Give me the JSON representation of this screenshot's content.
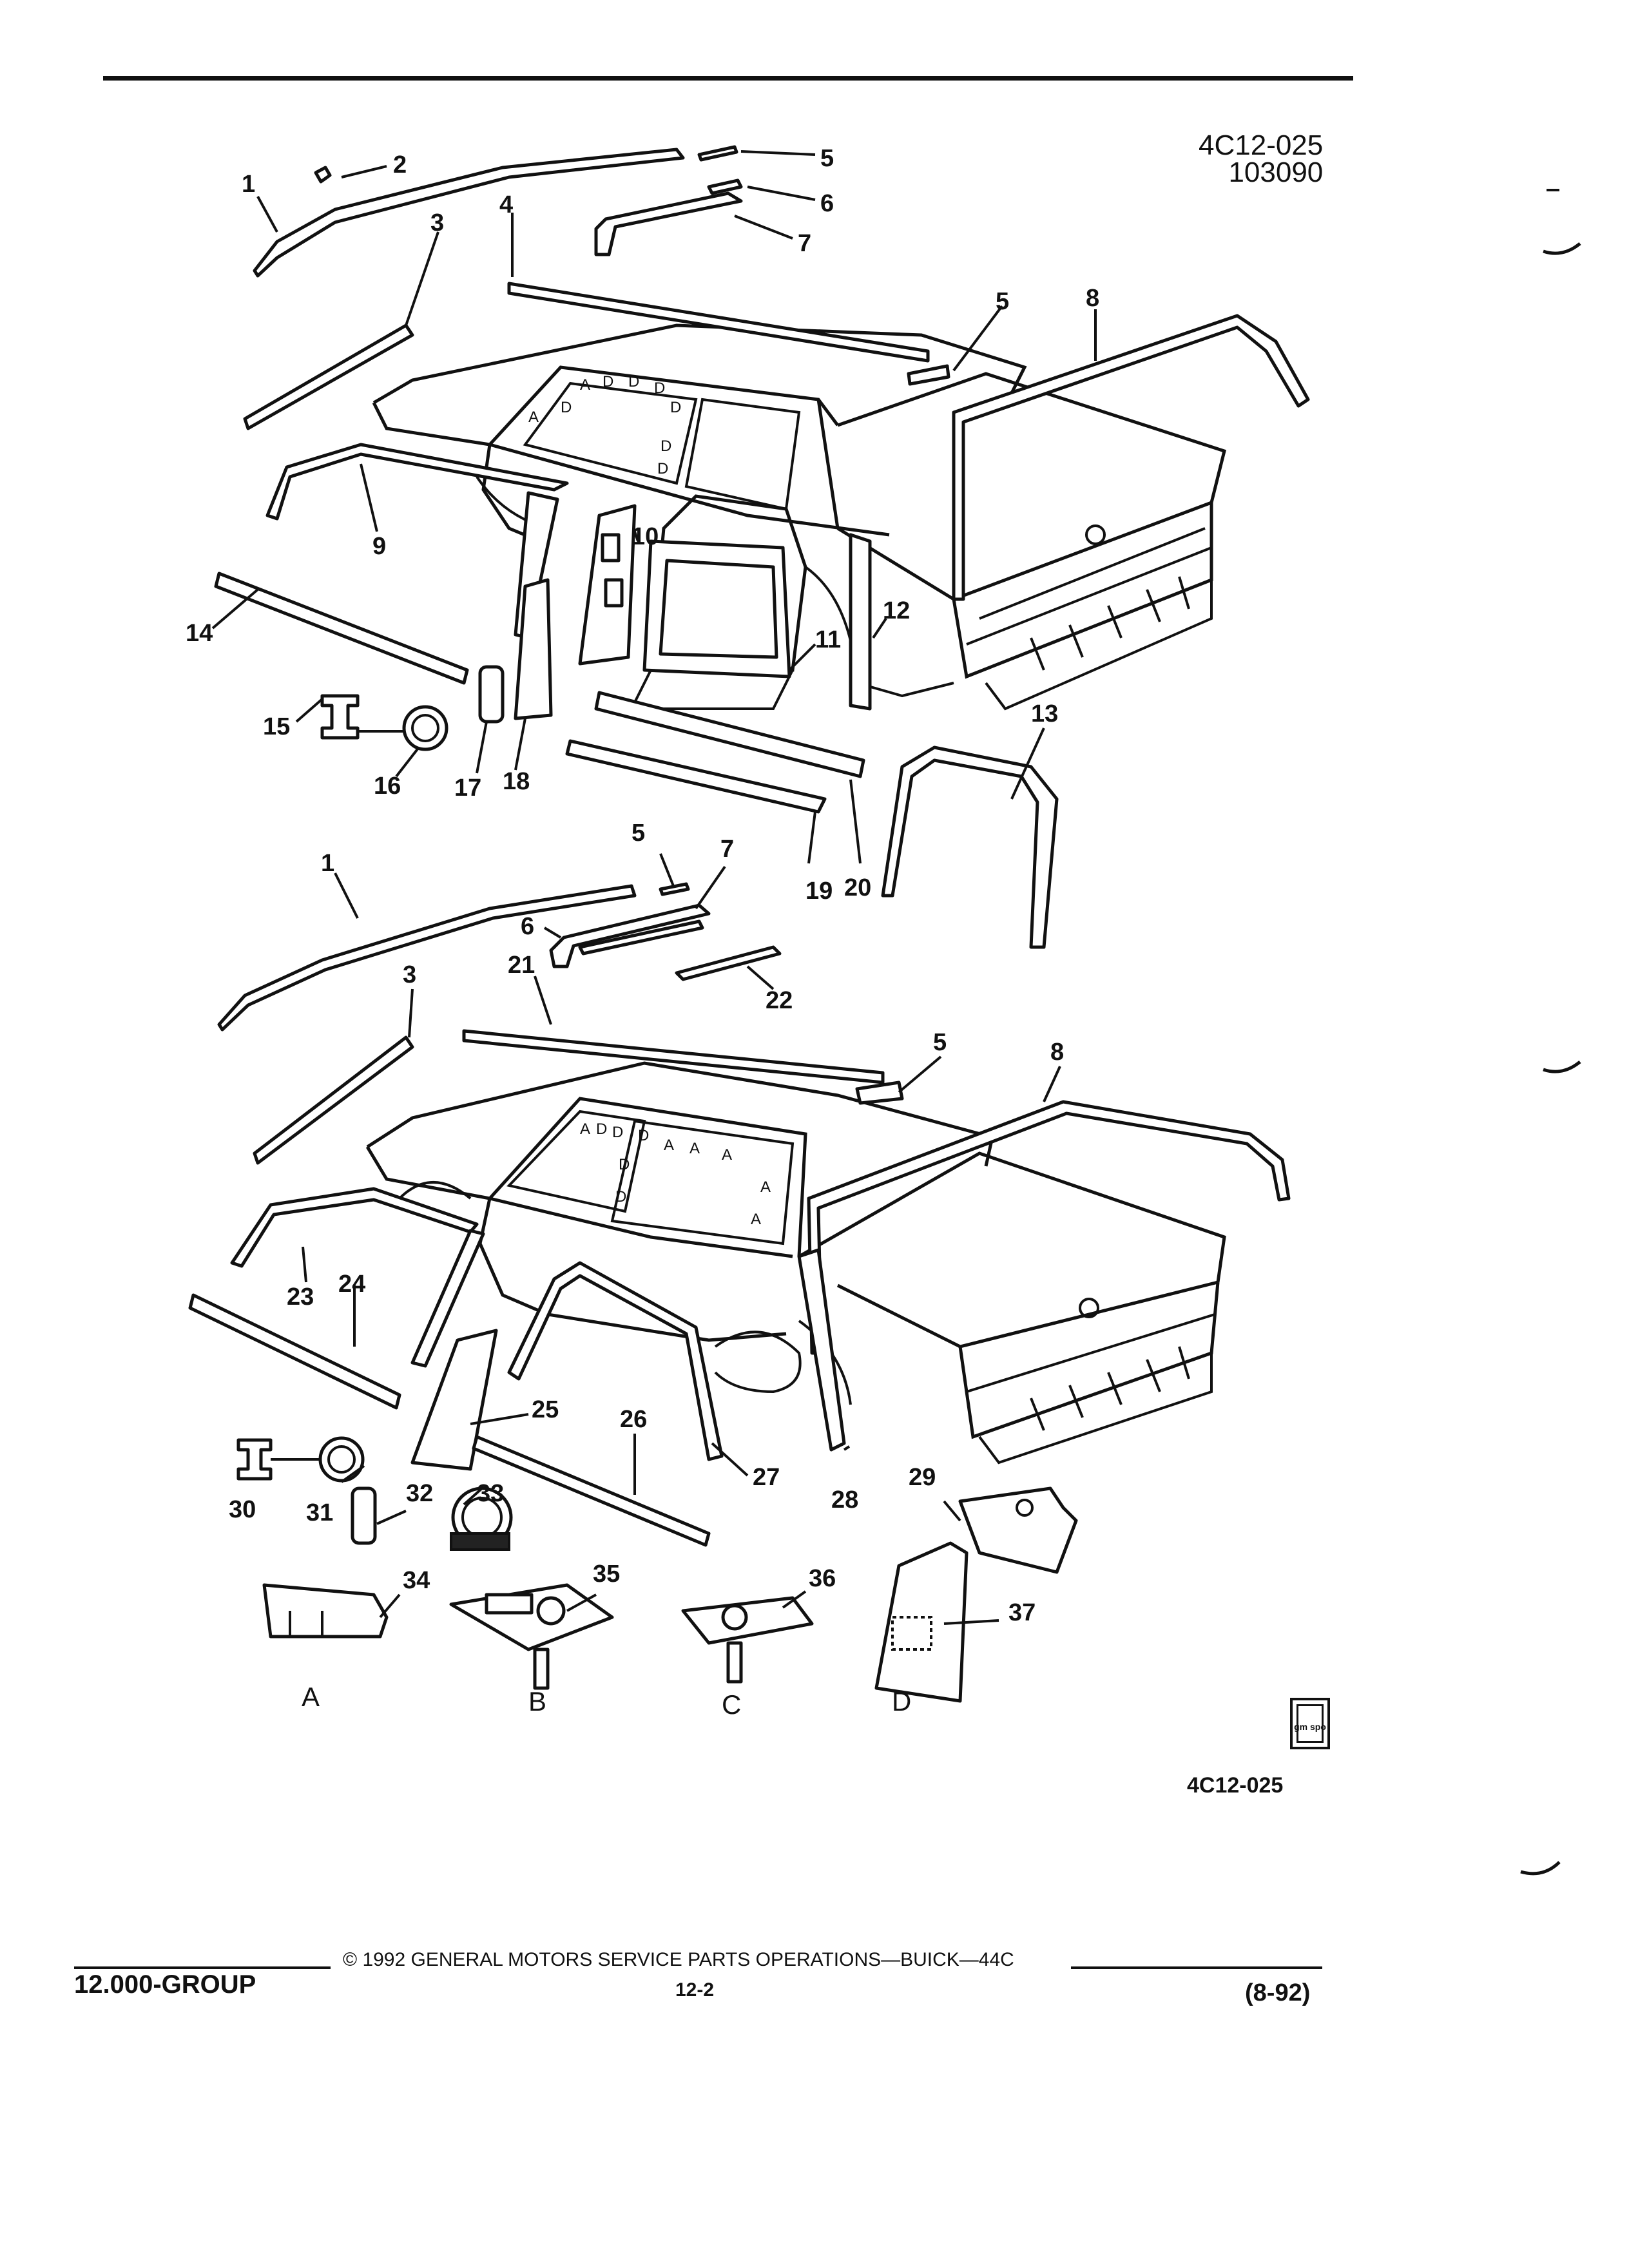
{
  "header": {
    "illustration_code": "4C12-025",
    "date_code": "103090"
  },
  "callouts_upper": [
    "1",
    "2",
    "3",
    "4",
    "5",
    "6",
    "7",
    "5",
    "8",
    "9",
    "10",
    "11",
    "12",
    "13",
    "14",
    "15",
    "16",
    "17",
    "18",
    "19",
    "20"
  ],
  "callouts_lower": [
    "1",
    "3",
    "5",
    "6",
    "7",
    "21",
    "22",
    "5",
    "8",
    "23",
    "24",
    "25",
    "26",
    "27",
    "28",
    "29",
    "30",
    "31",
    "32",
    "33",
    "34",
    "35",
    "36",
    "37"
  ],
  "detail_views": [
    "A",
    "B",
    "C",
    "D"
  ],
  "glass_markers": [
    "A",
    "D"
  ],
  "illustration_footer_code": "4C12-025",
  "logo_text": "gm spo",
  "footer": {
    "group": "12.000-GROUP",
    "copyright": "© 1992 GENERAL MOTORS SERVICE PARTS OPERATIONS—BUICK—44C",
    "page": "12-2",
    "date": "(8-92)"
  }
}
